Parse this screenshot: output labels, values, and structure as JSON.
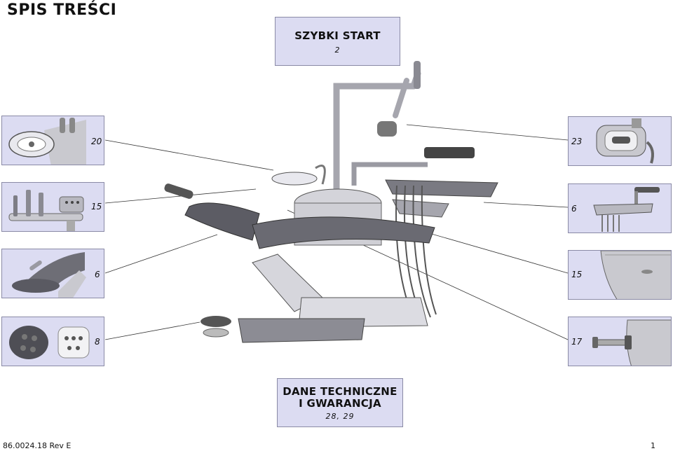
{
  "title": "SPIS TREŚCI",
  "quick_start": {
    "title": "SZYBKI START",
    "page": "2"
  },
  "tech_data": {
    "line1": "DANE TECHNICZNE",
    "line2": "I GWARANCJA",
    "pages": "28, 29"
  },
  "left_items": [
    {
      "page": "20",
      "icon": "cuspidor-icon"
    },
    {
      "page": "15",
      "icon": "assistant-instruments-icon"
    },
    {
      "page": "6",
      "icon": "chair-headrest-icon"
    },
    {
      "page": "8",
      "icon": "foot-control-icon"
    }
  ],
  "right_items": [
    {
      "page": "23",
      "icon": "operating-light-icon"
    },
    {
      "page": "6",
      "icon": "delivery-system-icon"
    },
    {
      "page": "15",
      "icon": "cabinet-icon"
    },
    {
      "page": "17",
      "icon": "water-valve-icon"
    }
  ],
  "footer": {
    "doc_id": "86.0024.18 Rev E",
    "page_number": "1"
  },
  "colors": {
    "box_fill": "#dcdcf2",
    "box_border": "#8a8aa6"
  }
}
